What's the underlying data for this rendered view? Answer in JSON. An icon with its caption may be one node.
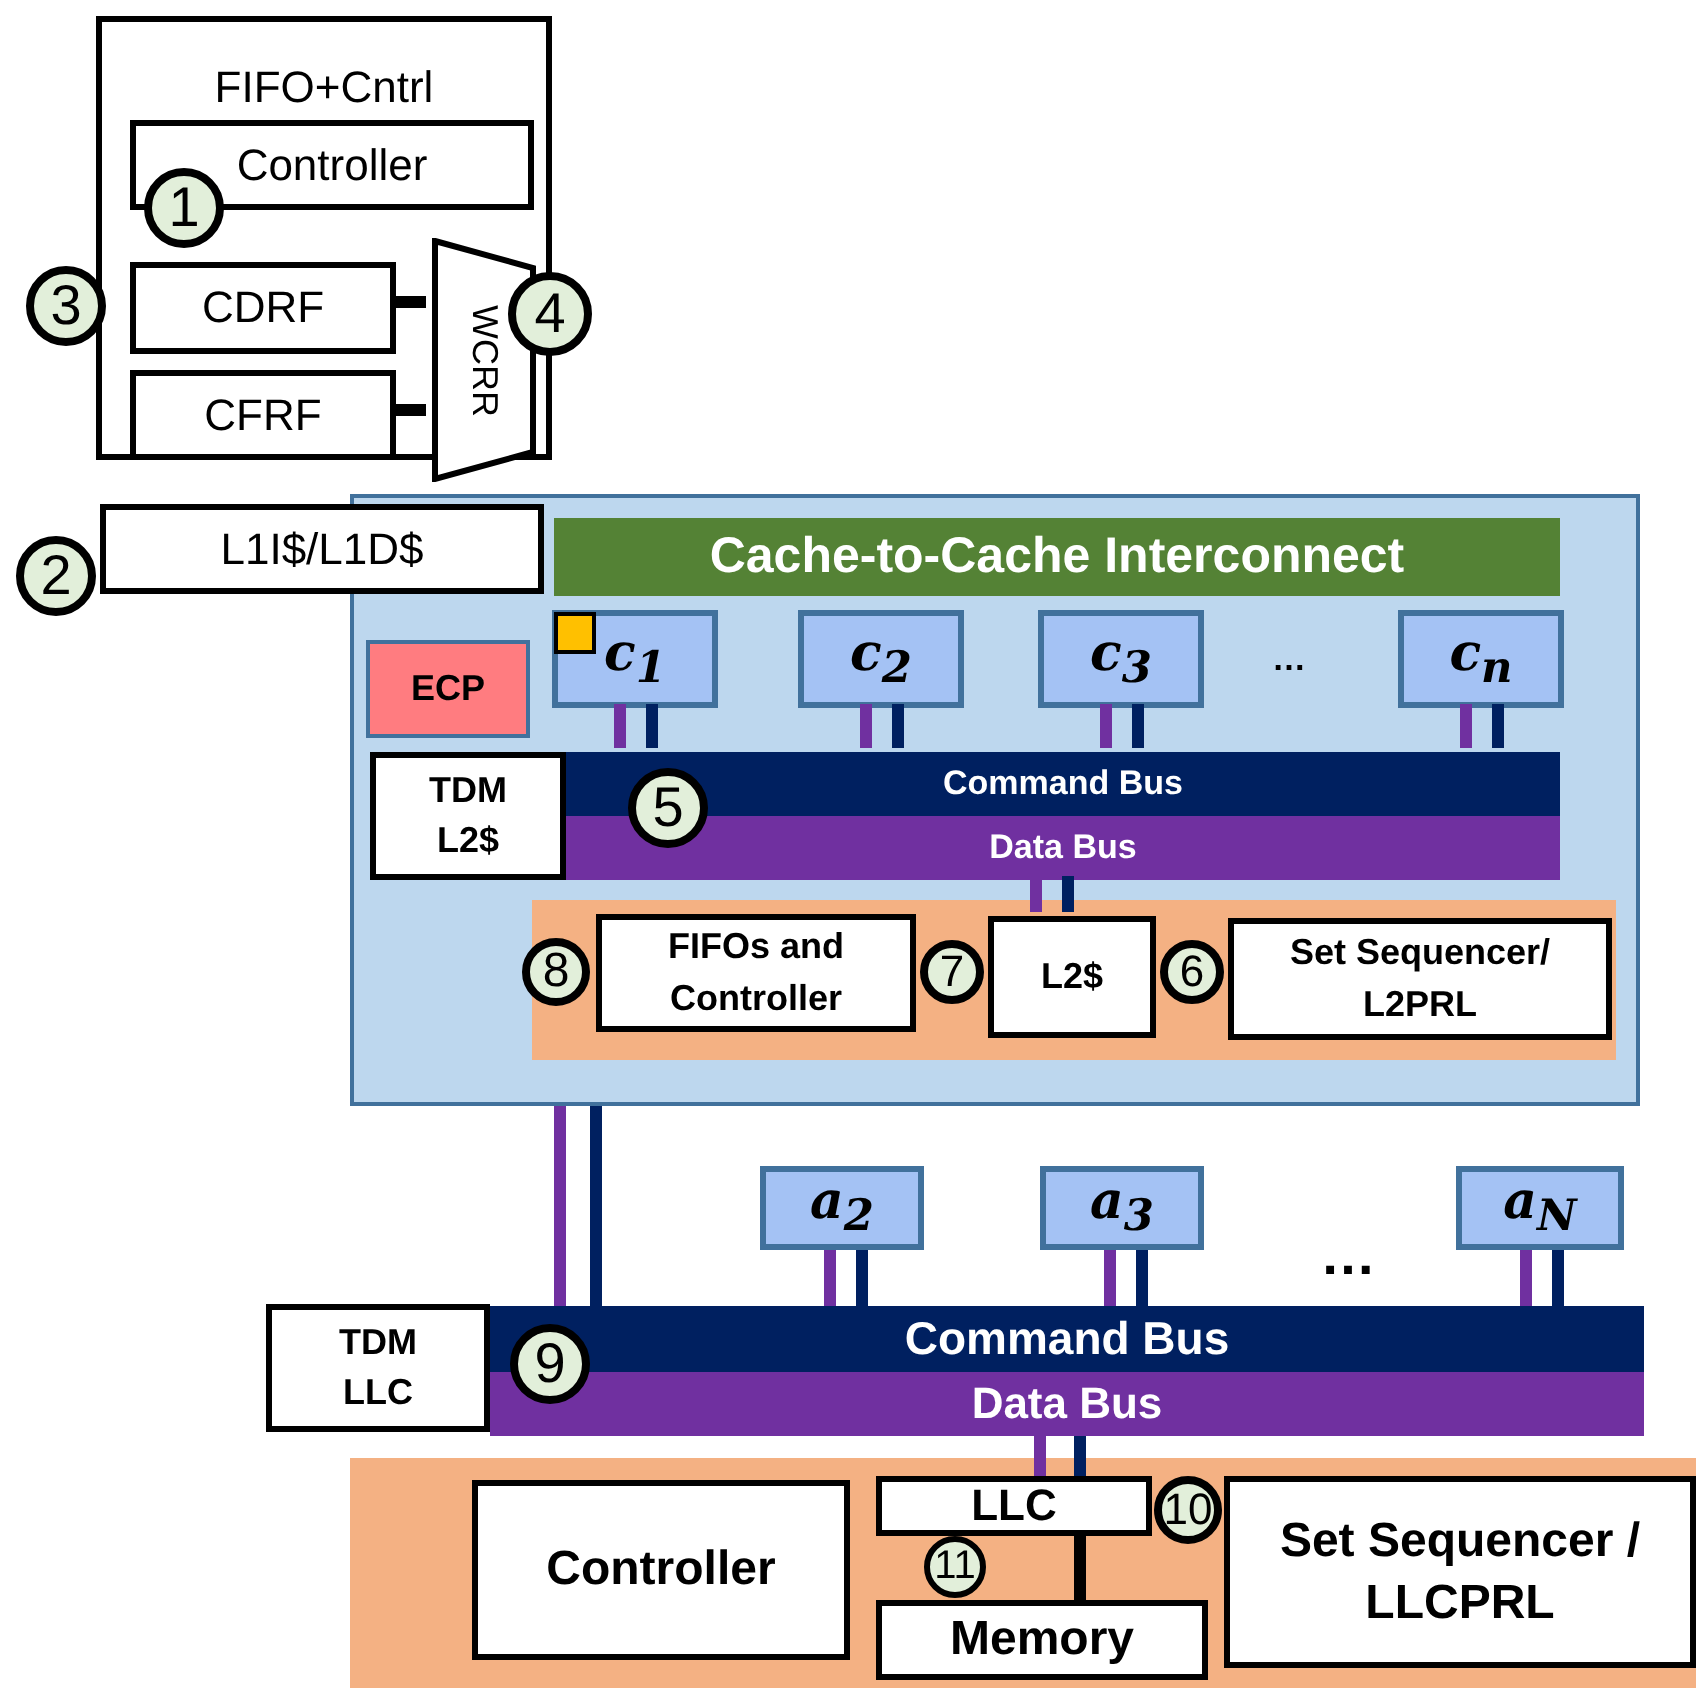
{
  "diagram": {
    "nodes": [
      {
        "text": [
          "FIFO+Cntrl"
        ]
      },
      {
        "text": [
          "Controller"
        ],
        "in": 0
      },
      {
        "text": [
          "1"
        ],
        "in": 0
      },
      {
        "text": [
          "3"
        ]
      },
      {
        "text": [
          "CDRF"
        ],
        "in": 0
      },
      {
        "text": [
          "CFRF"
        ],
        "in": 0
      },
      {
        "text": [
          "WCRR"
        ],
        "in": 0
      },
      {
        "text": [
          "4"
        ]
      },
      {
        "text": [
          "2"
        ]
      },
      {
        "text": [
          "L1I$/L1D$"
        ]
      },
      {
        "text": [],
        "shape": "box"
      },
      {
        "text": [
          "Cache-to-Cache Interconnect"
        ],
        "in": 10
      },
      {
        "text": [
          "ECP"
        ],
        "in": 10
      },
      {
        "text": [
          "c$_{1}$"
        ],
        "in": 10
      },
      {
        "text": [
          "c$_{2}$"
        ],
        "in": 10
      },
      {
        "text": [
          "c$_{3}$"
        ],
        "in": 10
      },
      {
        "text": [
          "c$_{n}$"
        ],
        "in": 10
      },
      {
        "text": [
          "TDM L2$"
        ],
        "in": 10
      },
      {
        "text": [
          "Command Bus"
        ],
        "in": 10
      },
      {
        "text": [
          "5"
        ],
        "in": 10
      },
      {
        "text": [
          "Data Bus"
        ],
        "in": 10
      },
      {
        "text": [],
        "shape": "box",
        "in": 10
      },
      {
        "text": [
          "FIFOs and Controller"
        ],
        "in": 21
      },
      {
        "text": [
          "8"
        ],
        "in": 10
      },
      {
        "text": [
          "7"
        ],
        "in": 21
      },
      {
        "text": [
          "L2$"
        ],
        "in": 21
      },
      {
        "text": [
          "6"
        ],
        "in": 21
      },
      {
        "text": [
          "Set Sequencer/ L2PRL"
        ],
        "in": 21
      },
      {
        "text": [
          "a$_{2}$"
        ]
      },
      {
        "text": [
          "a$_{3}$"
        ]
      },
      {
        "text": [
          "a$_{N}$"
        ]
      },
      {
        "text": [
          "TDM LLC"
        ]
      },
      {
        "text": [
          "Command Bus"
        ]
      },
      {
        "text": [
          "9"
        ]
      },
      {
        "text": [
          "Data Bus"
        ]
      },
      {
        "text": [],
        "shape": "box"
      },
      {
        "text": [
          "Controller"
        ],
        "in": 35
      },
      {
        "text": [
          "LLC"
        ],
        "in": 35
      },
      {
        "text": [
          "10"
        ],
        "in": 35
      },
      {
        "text": [
          "11"
        ],
        "in": 35
      },
      {
        "text": [
          "Set Sequencer / LLCPRL"
        ],
        "in": 35
      },
      {
        "text": [
          "Memory"
        ],
        "in": 35
      }
    ],
    "edges": [
      {
        "from": 4,
        "to": 6,
        "arrow": "none",
        "color": "#000000"
      },
      {
        "from": 5,
        "to": 6,
        "arrow": "none",
        "color": "#000000"
      },
      {
        "from": 13,
        "to": 18,
        "arrow": "none",
        "color": "#7030a0"
      },
      {
        "from": 13,
        "to": 18,
        "arrow": "none",
        "color": "#002060"
      },
      {
        "from": 14,
        "to": 18,
        "arrow": "none",
        "color": "#7030a0"
      },
      {
        "from": 14,
        "to": 18,
        "arrow": "none",
        "color": "#002060"
      },
      {
        "from": 15,
        "to": 18,
        "arrow": "none",
        "color": "#7030a0"
      },
      {
        "from": 15,
        "to": 18,
        "arrow": "none",
        "color": "#002060"
      },
      {
        "from": 16,
        "to": 18,
        "arrow": "none",
        "color": "#7030a0"
      },
      {
        "from": 16,
        "to": 18,
        "arrow": "none",
        "color": "#002060"
      },
      {
        "from": 20,
        "to": 25,
        "arrow": "none",
        "color": "#7030a0"
      },
      {
        "from": 20,
        "to": 25,
        "arrow": "none",
        "color": "#002060"
      },
      {
        "from": 10,
        "to": 32,
        "arrow": "none",
        "color": "#7030a0"
      },
      {
        "from": 10,
        "to": 32,
        "arrow": "none",
        "color": "#002060"
      },
      {
        "from": 28,
        "to": 32,
        "arrow": "none",
        "color": "#7030a0"
      },
      {
        "from": 28,
        "to": 32,
        "arrow": "none",
        "color": "#002060"
      },
      {
        "from": 29,
        "to": 32,
        "arrow": "none",
        "color": "#7030a0"
      },
      {
        "from": 29,
        "to": 32,
        "arrow": "none",
        "color": "#002060"
      },
      {
        "from": 30,
        "to": 32,
        "arrow": "none",
        "color": "#7030a0"
      },
      {
        "from": 30,
        "to": 32,
        "arrow": "none",
        "color": "#002060"
      },
      {
        "from": 34,
        "to": 37,
        "arrow": "none",
        "color": "#7030a0"
      },
      {
        "from": 34,
        "to": 37,
        "arrow": "none",
        "color": "#002060"
      },
      {
        "from": 37,
        "to": 41,
        "arrow": "none",
        "color": "#000000"
      }
    ],
    "labels": [
      "…",
      "…"
    ]
  }
}
